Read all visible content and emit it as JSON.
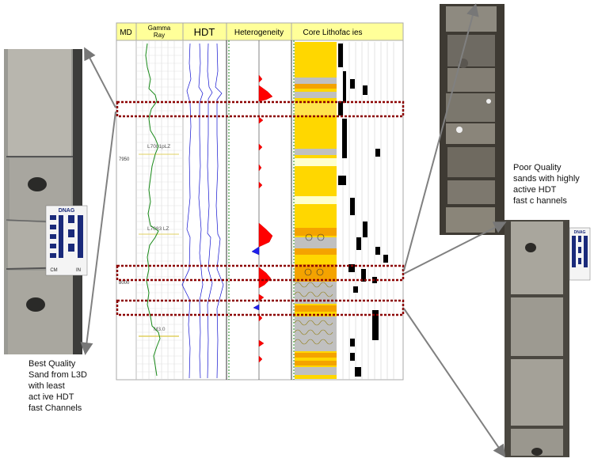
{
  "tracks": {
    "md": "MD",
    "gamma": "Gamma\nRay",
    "hdt": "HDT",
    "heterogeneity": "Heterogeneity",
    "lithofacies": "Core Lithofac ies"
  },
  "depth_labels": [
    "7950",
    "8000"
  ],
  "zone_labels": [
    "L7081pLZ",
    "L7083 LZ",
    "M3.0"
  ],
  "captions": {
    "left": "Best Quality\nSand  from L3D\nwith least\nact ive HDT\nfast Channels",
    "right": "Poor Quality\nsands with highly\nactive HDT\nfast c hannels"
  },
  "scale_cards": {
    "left": {
      "brand": "DNAG",
      "cm": "CM",
      "in": "IN"
    },
    "right": {
      "brand": "DNAG"
    }
  },
  "colors": {
    "header_fill": "#ffff99",
    "highlight_box": "#8b0000",
    "gamma_curve": "#1a8a1a",
    "hdt_curves": "#1010d0",
    "heterogeneity": "#ff0000",
    "sand": "#ffd700",
    "sand_dark": "#f4a300",
    "shale": "#a9a9a9"
  }
}
